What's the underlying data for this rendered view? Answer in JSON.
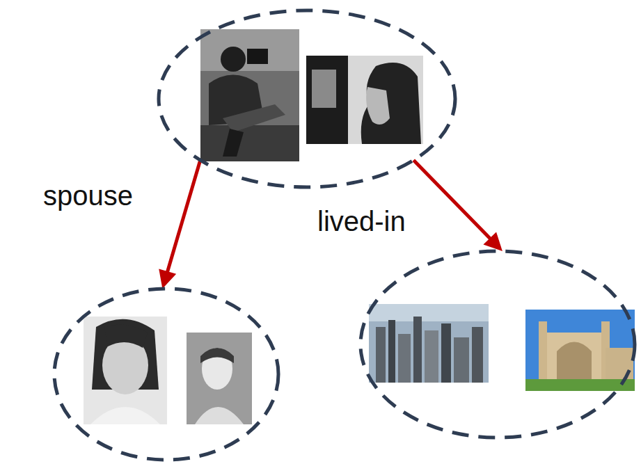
{
  "diagram": {
    "nodes": [
      {
        "text": []
      },
      {
        "text": []
      },
      {
        "text": []
      }
    ],
    "edges": [
      {
        "from": 0,
        "to": 1,
        "label": "spouse",
        "arrow": "to"
      },
      {
        "from": 0,
        "to": 2,
        "label": "lived-in",
        "arrow": "to"
      }
    ]
  }
}
